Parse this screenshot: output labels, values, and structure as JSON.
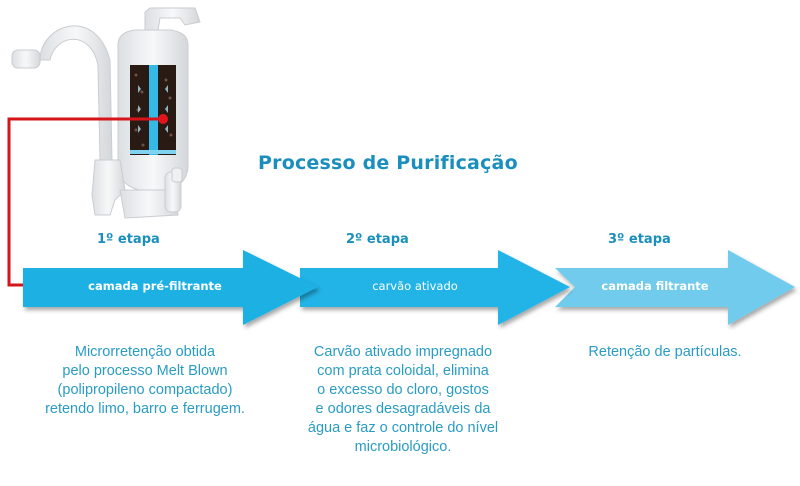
{
  "title": "Processo de Purificação",
  "colors": {
    "title": "#1a8fbd",
    "arrow_1": "#1bb0e3",
    "arrow_2": "#22b4e6",
    "arrow_3": "#6fcbec",
    "description_text": "#2a9cc4",
    "pointer_line": "#d7141a"
  },
  "stages": [
    {
      "label": "1º etapa",
      "arrow_text": "camada pré-filtrante",
      "description": [
        "Microrretenção obtida",
        "pelo processo Melt Blown",
        "(polipropileno compactado)",
        "retendo limo, barro e ferrugem."
      ]
    },
    {
      "label": "2º etapa",
      "arrow_text": "carvão ativado",
      "description": [
        "Carvão ativado impregnado",
        "com prata coloidal, elimina",
        "o excesso do cloro, gostos",
        "e odores desagradáveis da",
        "água e faz o controle do nível",
        "microbiológico."
      ]
    },
    {
      "label": "3º etapa",
      "arrow_text": "camada filtrante",
      "description": [
        "Retenção de partículas."
      ]
    }
  ],
  "illustration": "water-filter-faucet"
}
